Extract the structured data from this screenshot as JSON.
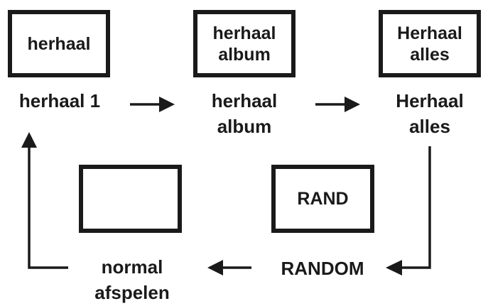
{
  "states": {
    "repeat_one": {
      "display": "herhaal",
      "caption": "herhaal 1"
    },
    "repeat_album": {
      "display_line1": "herhaal",
      "display_line2": "album",
      "caption_line1": "herhaal",
      "caption_line2": "album"
    },
    "repeat_all": {
      "display_line1": "Herhaal",
      "display_line2": "alles",
      "caption_line1": "Herhaal",
      "caption_line2": "alles"
    },
    "random": {
      "display": "RAND",
      "caption": "RANDOM"
    },
    "normal": {
      "display": "",
      "caption_line1": "normal",
      "caption_line2": "afspelen"
    }
  },
  "colors": {
    "stroke": "#1a1a1a",
    "background": "#ffffff"
  }
}
